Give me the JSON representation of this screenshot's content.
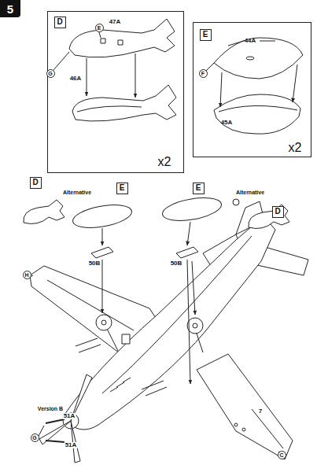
{
  "diagram": {
    "nodes": [
      {
        "text": [
          "5"
        ]
      },
      {
        "text": [
          "47A",
          "46A"
        ]
      },
      {
        "text": [
          "D"
        ],
        "in": 1
      },
      {
        "text": [
          "E"
        ],
        "in": 1
      },
      {
        "text": [
          "G"
        ],
        "in": 1
      },
      {
        "text": [
          "x2"
        ],
        "in": 1
      },
      {
        "text": [
          "44A",
          "45A"
        ]
      },
      {
        "text": [
          "E"
        ],
        "in": 6
      },
      {
        "text": [
          "F"
        ],
        "in": 6
      },
      {
        "text": [
          "x2"
        ],
        "in": 6
      },
      {
        "text": [
          "D"
        ]
      },
      {
        "text": [
          "E"
        ]
      },
      {
        "text": [
          "E"
        ]
      },
      {
        "text": [
          "D"
        ]
      },
      {
        "text": [
          "H"
        ]
      },
      {
        "text": [
          "G"
        ]
      },
      {
        "text": [
          "C"
        ]
      }
    ],
    "labels": [
      "Alternative",
      "50B",
      "50B",
      "Alternative",
      "Version B",
      "51A",
      "51A",
      "7"
    ]
  }
}
